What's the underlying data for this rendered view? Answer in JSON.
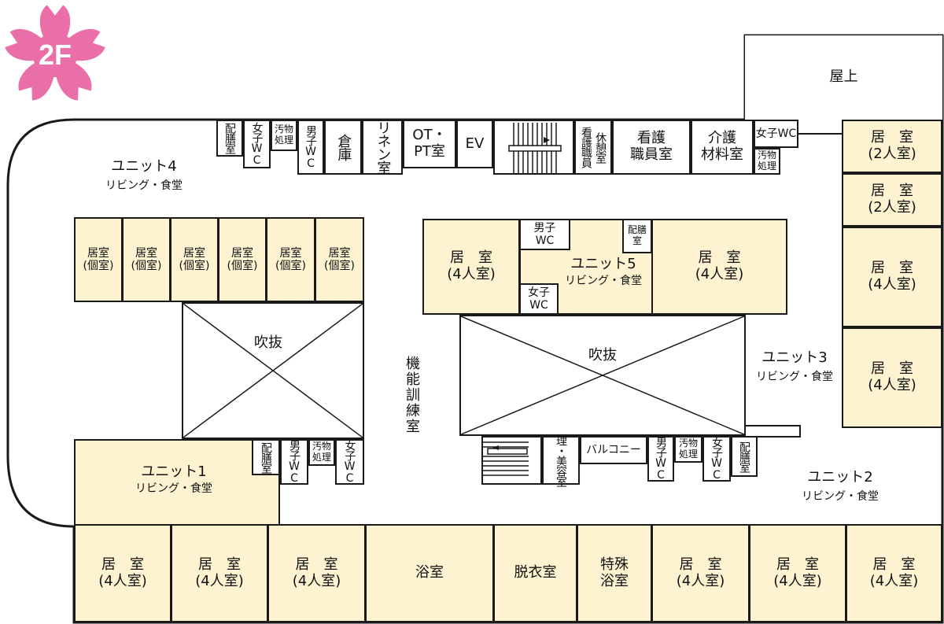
{
  "floor": {
    "label": "2F",
    "color": "#ea6fa8"
  },
  "rooms": {
    "okujo": "屋上",
    "kyoshitsu_2": "居　室\n(2人室)",
    "kyoshitsu_4": "居　室\n(4人室)",
    "kyoshitsu_kojin": "居室\n(個室)",
    "haizen": "配膳室",
    "oubutsu": "汚物\n処理",
    "danshi_wc": "男子WC",
    "joshi_wc": "女子WC",
    "joshi_wc_h": "女子WC",
    "soko": "倉庫",
    "linen": "リネン室",
    "ot_pt": "OT・\nPT室",
    "ev": "EV",
    "kyukei": "休憩室",
    "kango_shokuin": "看護職員",
    "kango_shokuinshitsu": "看護\n職員室",
    "kaigo_zairyo": "介護\n材料室",
    "fukinuke": "吹抜",
    "kinou_kunren": "機能訓練室",
    "biyo": "理・美容室",
    "balcony": "バルコニー",
    "yokushitsu": "浴室",
    "datsui": "脱衣室",
    "tokushu": "特殊\n浴室"
  },
  "units": {
    "unit1": "ユニット1",
    "unit2": "ユニット2",
    "unit3": "ユニット3",
    "unit4": "ユニット4",
    "unit5": "ユニット5",
    "living": "リビング・食堂"
  },
  "colors": {
    "room_fill": "#fdf3d0",
    "wall": "#1a1a1a",
    "badge": "#ea6fa8"
  }
}
